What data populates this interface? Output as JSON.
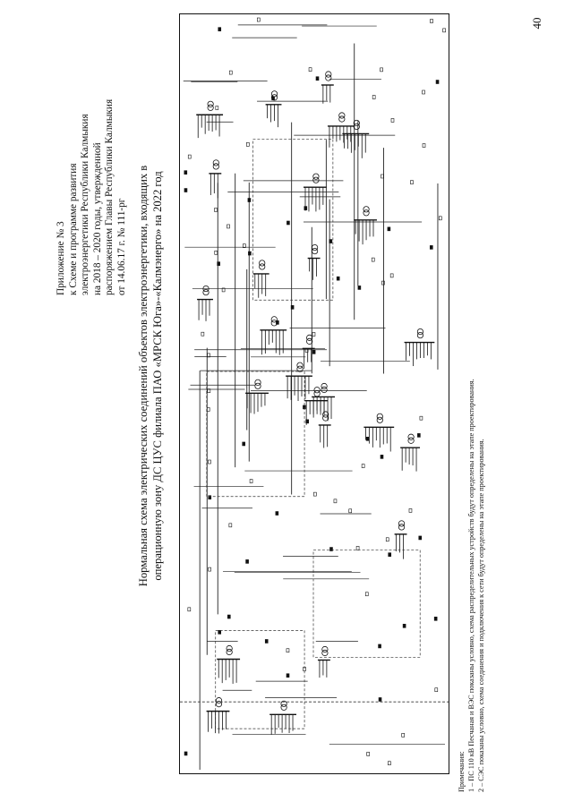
{
  "page_number": "40",
  "appendix": {
    "lines": [
      "Приложение № 3",
      "к Схеме и программе развития",
      "электроэнергетики Республики Калмыкия",
      "на 2018 – 2020 годы, утвержденной",
      "распоряжением Главы Республики Калмыкия",
      "от 14.06.17 г. № 111-рг"
    ]
  },
  "title": {
    "lines": [
      "Нормальная схема электрических соединений объектов электроэнергетики, входящих в",
      "операционную зону ДС ЦУС филиала ПАО «МРСК Юга»-«Калмэнерго» на 2022 год"
    ]
  },
  "notes": {
    "heading": "Примечания:",
    "items": [
      "1 – ПС 110 кВ Песчаная и ВЭС показаны условно, схема распределительных устройств будут определены на этапе проектирования.",
      "2 – СЭС показаны условно, схема соединения и подключения к сети будут определены на этапе проектирования."
    ]
  }
}
